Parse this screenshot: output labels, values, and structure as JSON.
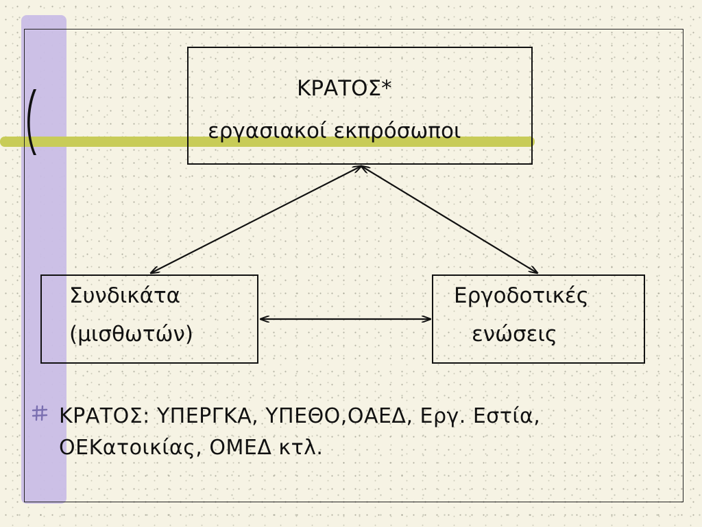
{
  "colors": {
    "background": "#f6f3e4",
    "accent_purple": "#c9bde6",
    "accent_green": "#c8cc58",
    "ink": "#111111"
  },
  "diagram": {
    "top_box": {
      "line1": "ΚΡΑΤΟΣ*",
      "line2": "εργασιακοί εκπρόσωποι"
    },
    "left_box": {
      "line1": "Συνδικάτα",
      "line2": "(μισθωτών)"
    },
    "right_box": {
      "line1": "Εργοδοτικές",
      "line2": "ενώσεις"
    },
    "edges": [
      {
        "from": "top_box",
        "to": "left_box",
        "arrows": "both"
      },
      {
        "from": "top_box",
        "to": "right_box",
        "arrows": "both"
      },
      {
        "from": "left_box",
        "to": "right_box",
        "arrows": "both"
      }
    ]
  },
  "bullets": [
    {
      "icon": "bullet-icon",
      "line1": "ΚΡΑΤΟΣ: ΥΠΕΡΓΚΑ, ΥΠΕΘΟ,ΟΑΕΔ, Εργ. Εστία,",
      "line2": "ΟΕΚατοικίας, ΟΜΕΔ κτλ."
    }
  ]
}
